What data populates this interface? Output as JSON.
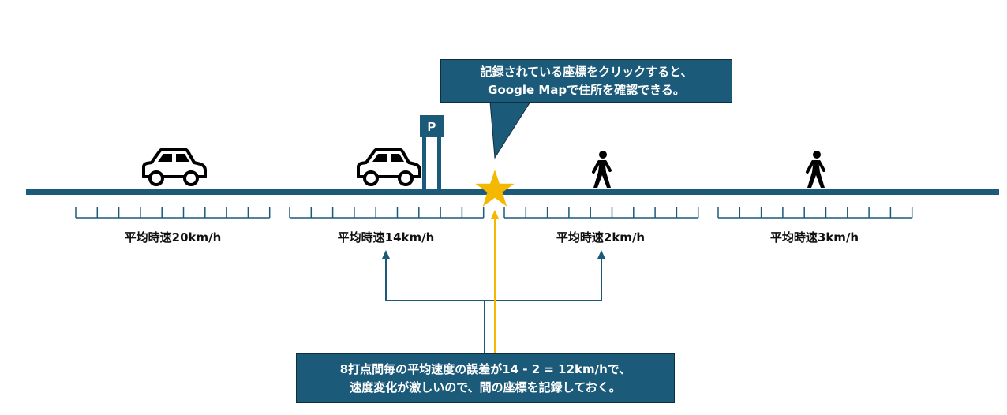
{
  "speed_labels": [
    "平均時速20km/h",
    "平均時速14km/h",
    "平均時速2km/h",
    "平均時速3km/h"
  ],
  "parking_sign": "P",
  "top_callout": {
    "line1": "記録されている座標をクリックすると、",
    "line2": "Google Mapで住所を確認できる。"
  },
  "bottom_callout": {
    "line1": "8打点間毎の平均速度の誤差が14 - 2 = 12km/hで、",
    "line2": "速度変化が激しいので、間の座標を記録しておく。"
  },
  "icons": [
    "car-icon",
    "car-icon",
    "parking-sign-icon",
    "star-icon",
    "walker-icon",
    "walker-icon"
  ],
  "colors": {
    "road": "#1c5a7a",
    "callout_bg": "#1c5a7a",
    "star": "#f5b800",
    "pointer_line": "#f5b800",
    "bracket_line": "#1c5a7a"
  }
}
